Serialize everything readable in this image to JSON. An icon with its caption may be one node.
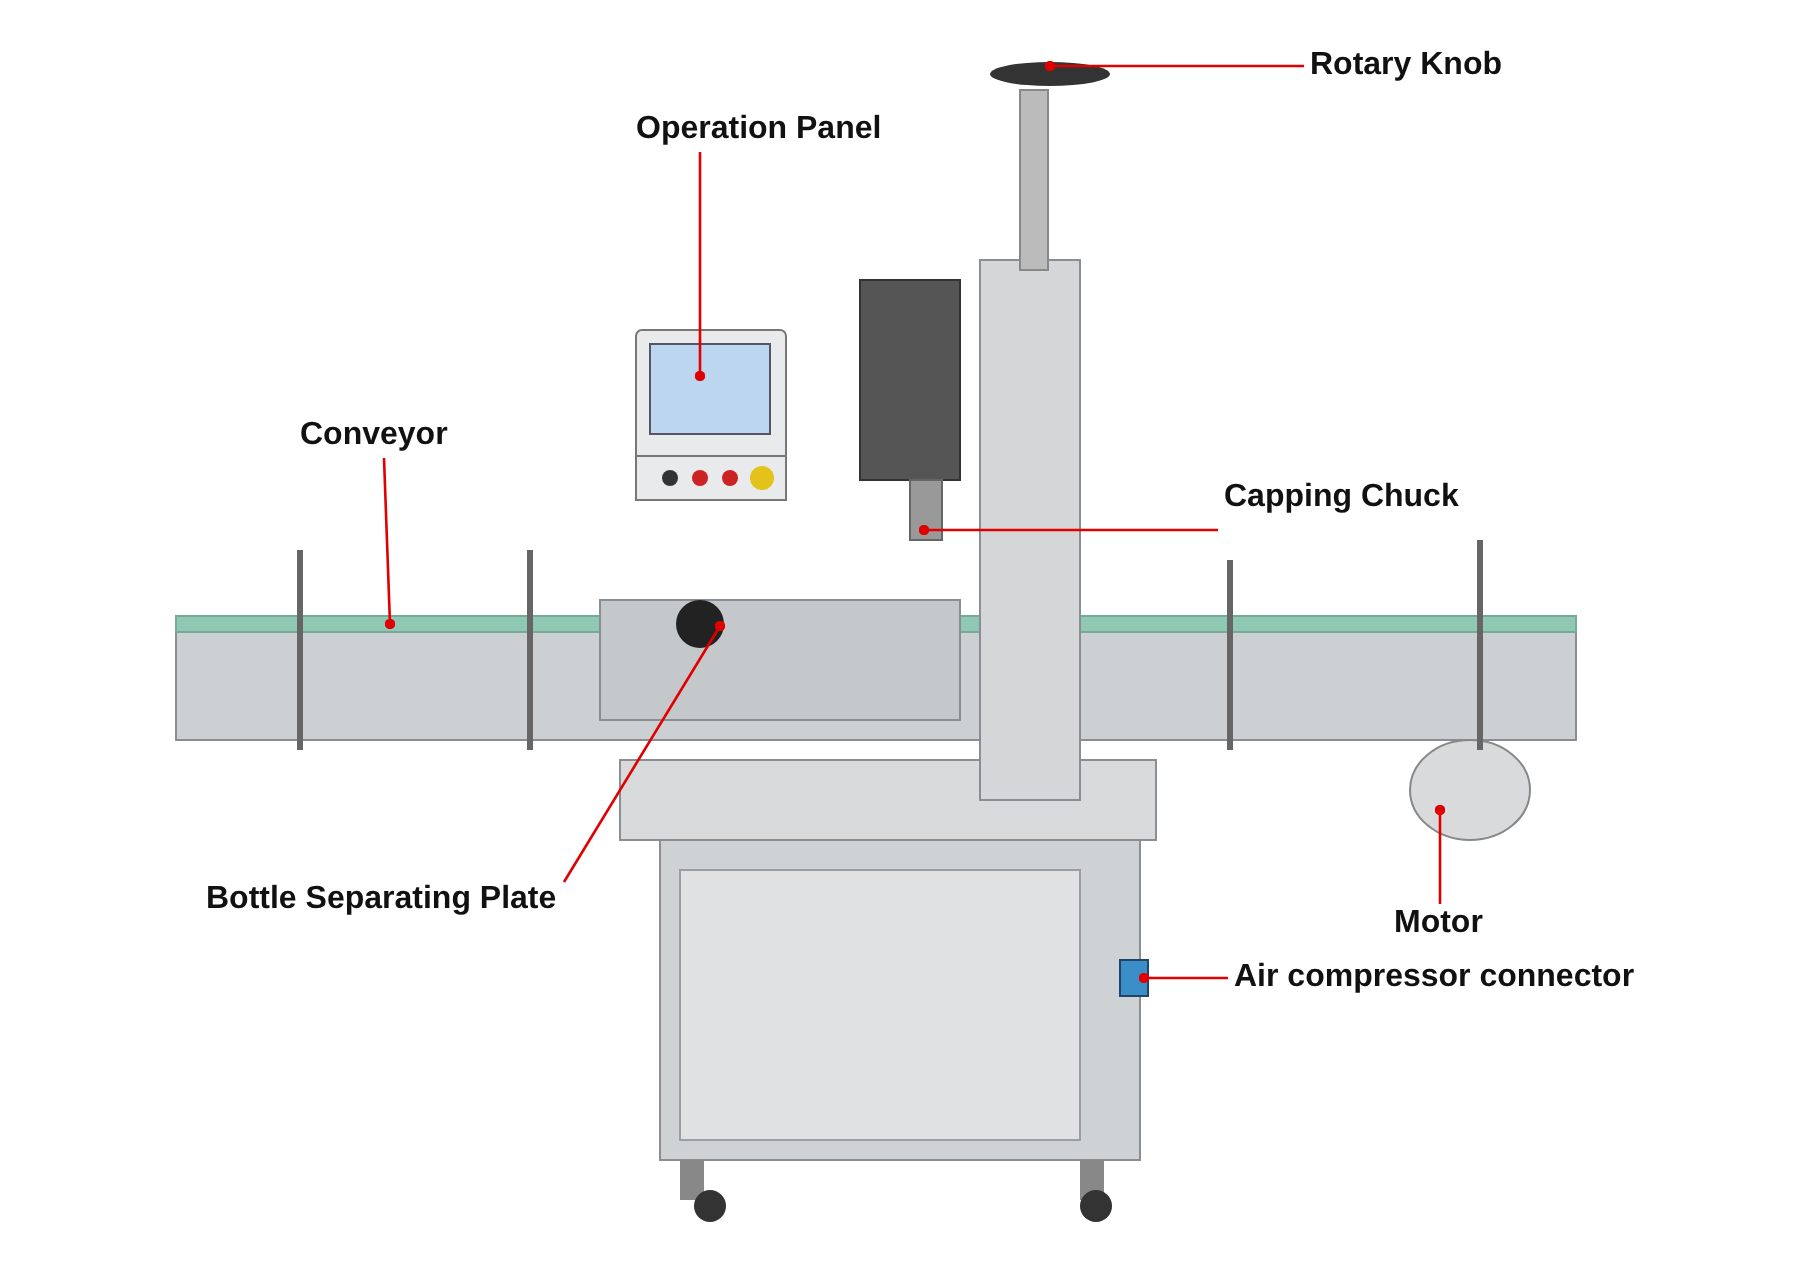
{
  "diagram": {
    "nodes": [
      {
        "text": [
          "Rotary Knob"
        ]
      },
      {
        "text": [
          "Operation Panel"
        ]
      },
      {
        "text": [
          "Conveyor"
        ]
      },
      {
        "text": [
          "Capping Chuck"
        ]
      },
      {
        "text": [
          "Bottle Separating Plate"
        ]
      },
      {
        "text": [
          "Motor"
        ]
      },
      {
        "text": [
          "Air compressor connector"
        ]
      }
    ],
    "edges": [
      {
        "from": 0,
        "to": null,
        "arrow": "other"
      },
      {
        "from": 1,
        "to": null,
        "arrow": "other"
      },
      {
        "from": 2,
        "to": null,
        "arrow": "other"
      },
      {
        "from": 3,
        "to": null,
        "arrow": "other"
      },
      {
        "from": 4,
        "to": null,
        "arrow": "other"
      },
      {
        "from": 5,
        "to": null,
        "arrow": "other"
      },
      {
        "from": 6,
        "to": null,
        "arrow": "other"
      }
    ]
  }
}
